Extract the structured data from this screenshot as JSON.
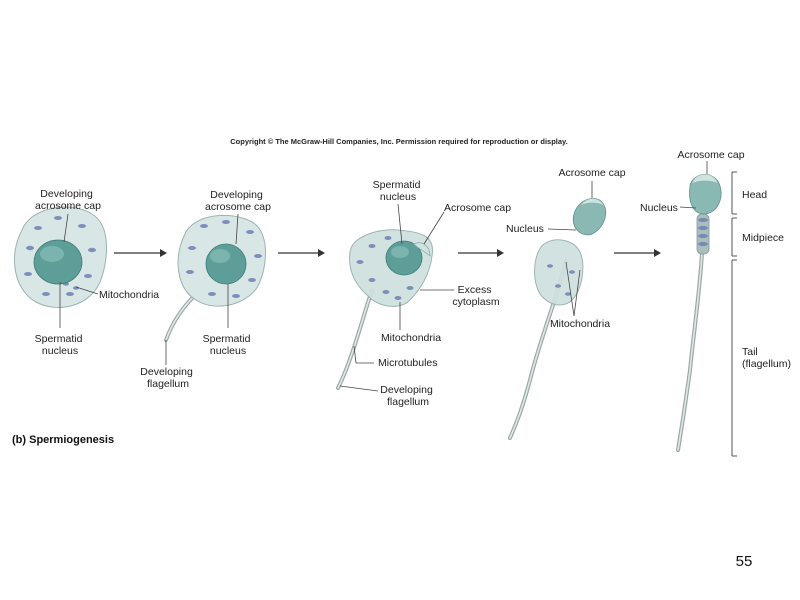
{
  "copyright": "Copyright © The McGraw-Hill Companies, Inc. Permission required for reproduction or display.",
  "caption": "(b) Spermiogenesis",
  "page_number": "55",
  "stage1": {
    "developing_acrosome_cap": [
      "Developing",
      "acrosome cap"
    ],
    "mitochondria": "Mitochondria",
    "spermatid_nucleus": [
      "Spermatid",
      "nucleus"
    ]
  },
  "stage2": {
    "developing_acrosome_cap": [
      "Developing",
      "acrosome cap"
    ],
    "spermatid_nucleus": [
      "Spermatid",
      "nucleus"
    ],
    "developing_flagellum": [
      "Developing",
      "flagellum"
    ]
  },
  "stage3": {
    "spermatid_nucleus": [
      "Spermatid",
      "nucleus"
    ],
    "acrosome_cap": "Acrosome cap",
    "excess_cytoplasm": [
      "Excess",
      "cytoplasm"
    ],
    "mitochondria": "Mitochondria",
    "microtubules": "Microtubules",
    "developing_flagellum": [
      "Developing",
      "flagellum"
    ]
  },
  "stage4": {
    "acrosome_cap": "Acrosome cap",
    "nucleus": "Nucleus",
    "mitochondria": "Mitochondria"
  },
  "stage5": {
    "acrosome_cap": "Acrosome cap",
    "nucleus": "Nucleus",
    "head": "Head",
    "midpiece": "Midpiece",
    "tail": [
      "Tail",
      "(flagellum)"
    ]
  }
}
